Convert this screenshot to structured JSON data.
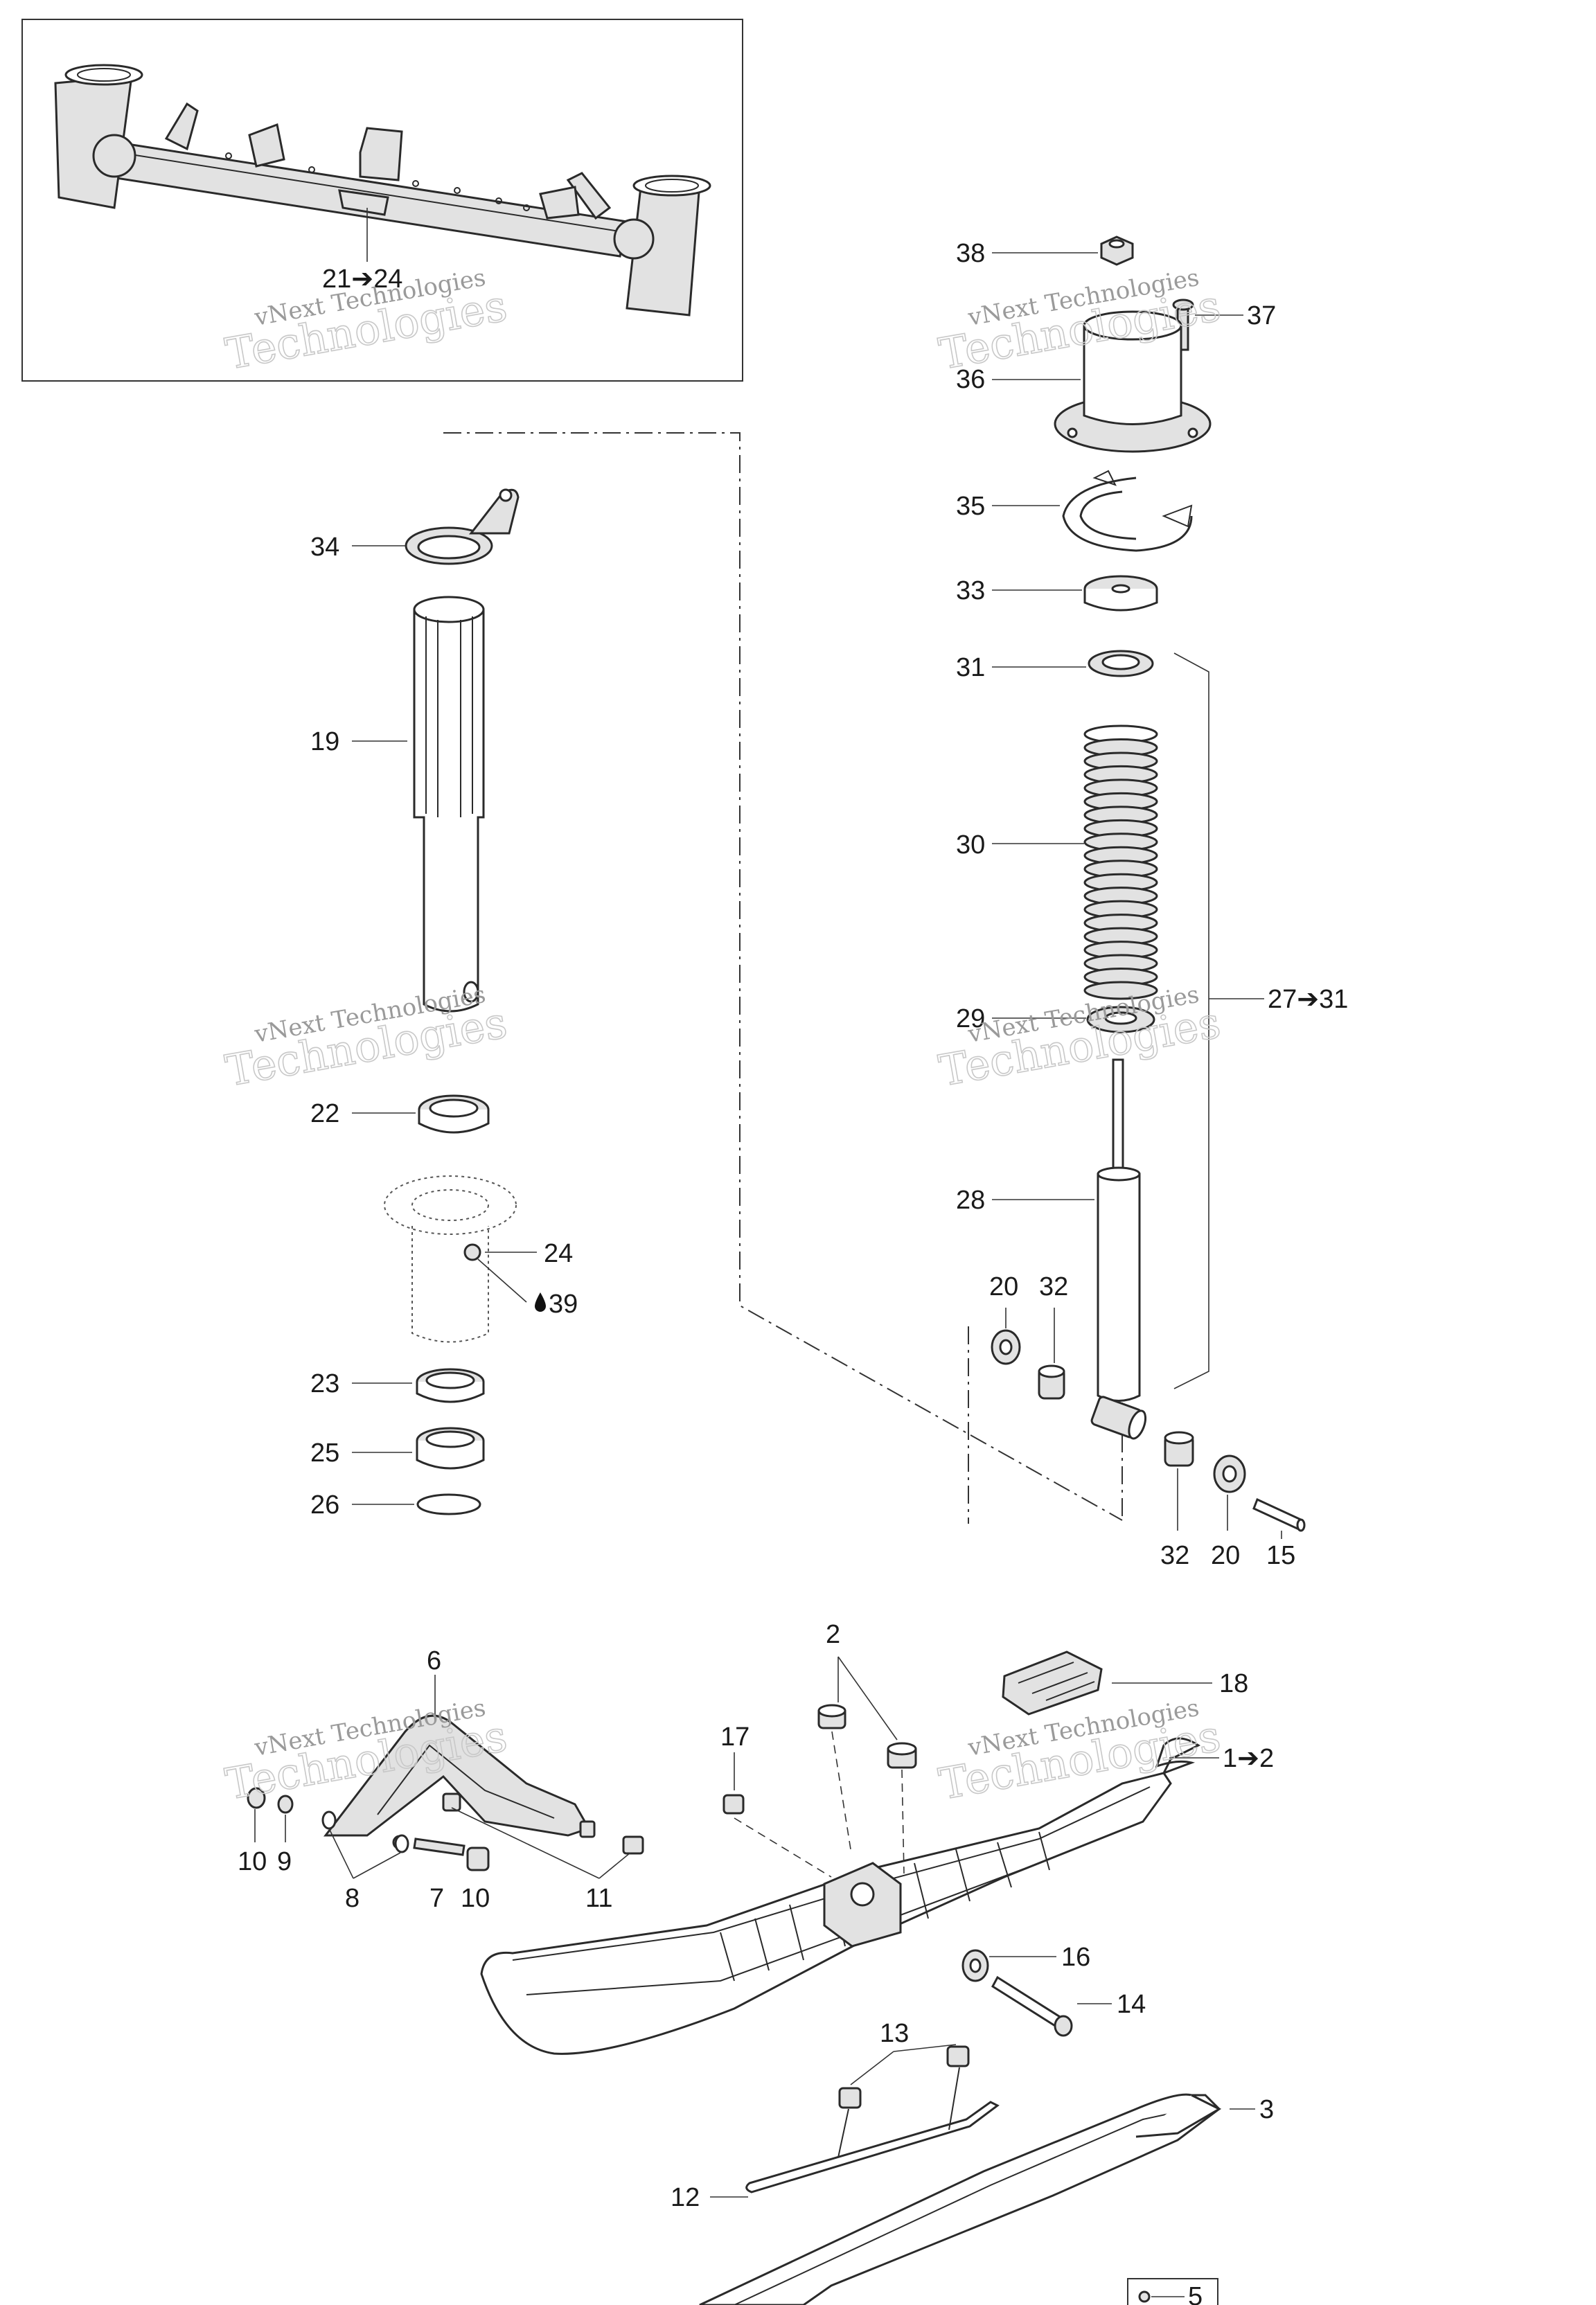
{
  "labels": {
    "frame_ref": "21➔24",
    "p38": "38",
    "p37": "37",
    "p36": "36",
    "p35": "35",
    "p33": "33",
    "p31": "31",
    "p30": "30",
    "p29": "29",
    "p28": "28",
    "range_27_31": "27➔31",
    "p20a": "20",
    "p32a": "32",
    "p32b": "32",
    "p20b": "20",
    "p15": "15",
    "p34": "34",
    "p19": "19",
    "p22": "22",
    "p24": "24",
    "p39": "39",
    "p23": "23",
    "p25": "25",
    "p26": "26",
    "p6": "6",
    "p2": "2",
    "p18": "18",
    "p17": "17",
    "range_1_2": "1➔2",
    "p10a": "10",
    "p9": "9",
    "p8": "8",
    "p7": "7",
    "p10b": "10",
    "p11": "11",
    "p16": "16",
    "p14": "14",
    "p13": "13",
    "p3": "3",
    "p12": "12",
    "p5": "5"
  },
  "watermarks": [
    {
      "text_top": "vNext Technologies",
      "text_big": "Technologies"
    },
    {
      "text_top": "vNext Technologies",
      "text_big": "Technologies"
    },
    {
      "text_top": "vNext Technologies",
      "text_big": "Technologies"
    },
    {
      "text_top": "vNext Technologies",
      "text_big": "Technologies"
    },
    {
      "text_top": "vNext Technologies",
      "text_big": "Technologies"
    },
    {
      "text_top": "vNext Technologies",
      "text_big": "Technologies"
    }
  ],
  "icons": {
    "grease": "drop-icon"
  }
}
